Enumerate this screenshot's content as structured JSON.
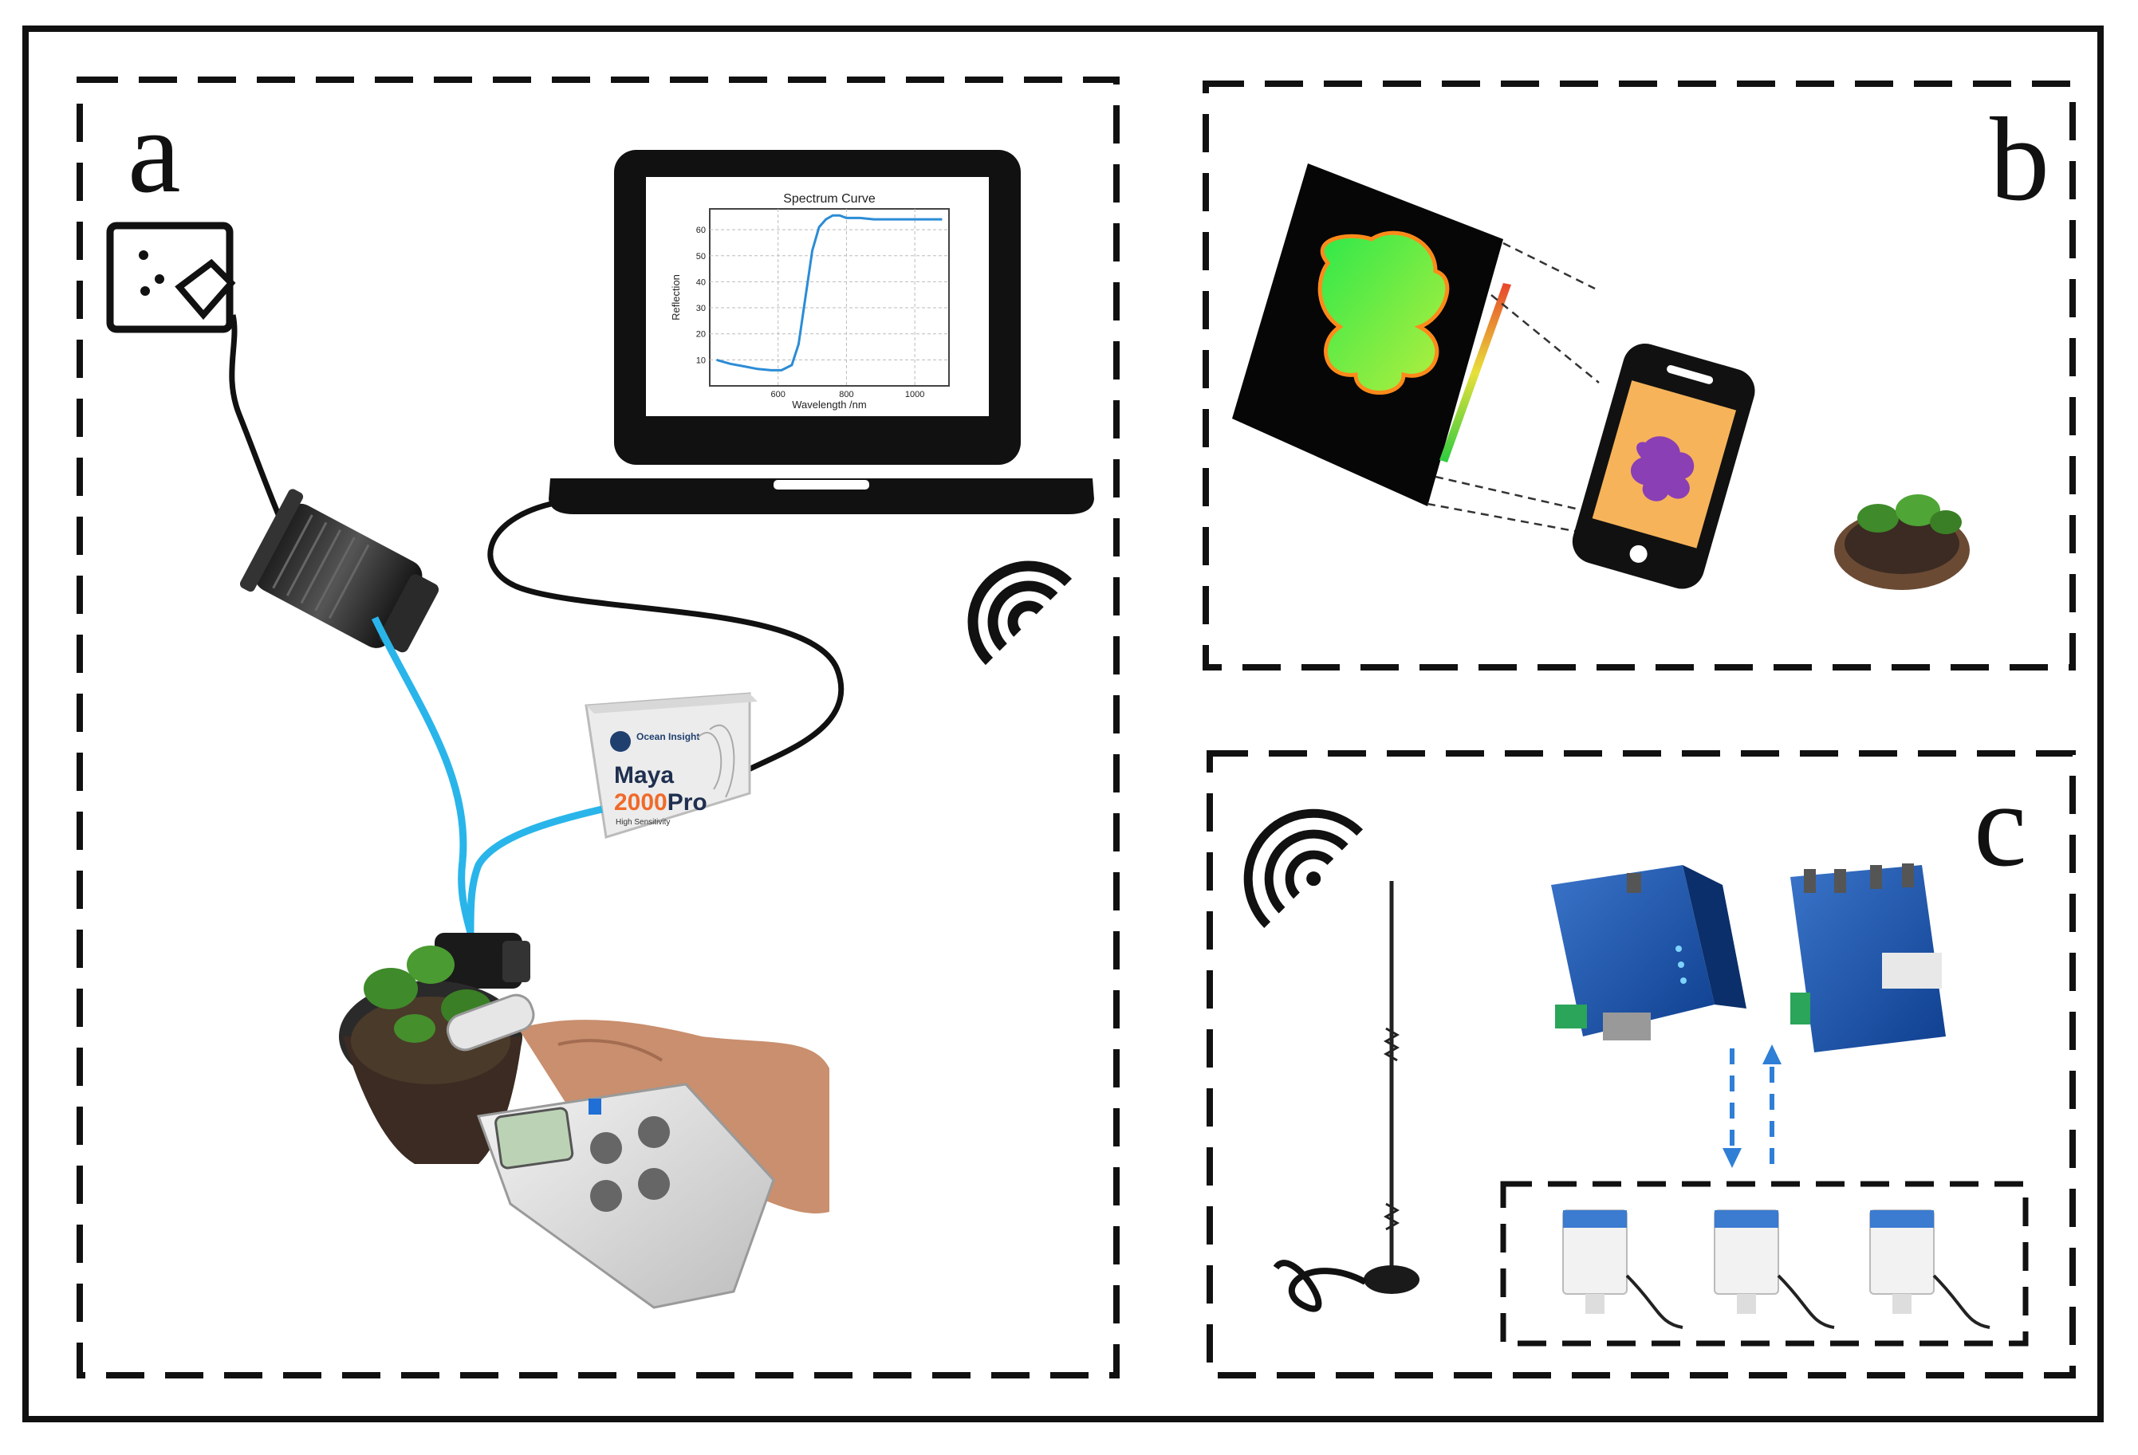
{
  "panels": {
    "a": {
      "label": "a"
    },
    "b": {
      "label": "b"
    },
    "c": {
      "label": "c"
    }
  },
  "laptop_screen": {
    "title": "Spectrum Curve",
    "xlabel": "Wavelength /nm",
    "ylabel": "Reflection",
    "x_ticks": [
      "600",
      "800",
      "1000"
    ],
    "y_ticks": [
      "10",
      "20",
      "30",
      "40",
      "50",
      "60"
    ]
  },
  "spectrometer": {
    "brand": "Ocean Insight",
    "model_line1": "Maya",
    "model_line2a": "2000",
    "model_line2b": "Pro",
    "subtitle": "High Sensitivity"
  },
  "chart_data": {
    "type": "line",
    "title": "Spectrum Curve",
    "xlabel": "Wavelength /nm",
    "ylabel": "Reflection",
    "xlim": [
      400,
      1100
    ],
    "ylim": [
      0,
      68
    ],
    "x": [
      420,
      460,
      500,
      540,
      580,
      610,
      640,
      660,
      680,
      700,
      720,
      740,
      760,
      780,
      800,
      840,
      880,
      920,
      960,
      1000,
      1040,
      1080
    ],
    "y": [
      10,
      8.5,
      7.5,
      6.5,
      6,
      6,
      8,
      16,
      34,
      52,
      61,
      64,
      65.5,
      65.5,
      64.5,
      64.5,
      64,
      64,
      64,
      64,
      64,
      64
    ],
    "grid": true
  },
  "colors": {
    "fiber": "#29b5ea",
    "curve": "#2b8cd6",
    "leaf_green": "#3de33a",
    "thermal_bg": "#f6b35a",
    "thermal_leaf": "#8a3fb5",
    "arrow_blue": "#2f7fd6"
  },
  "icons": [
    "power-socket-icon",
    "wifi-signal-icon",
    "laptop-icon",
    "smartphone-icon"
  ]
}
